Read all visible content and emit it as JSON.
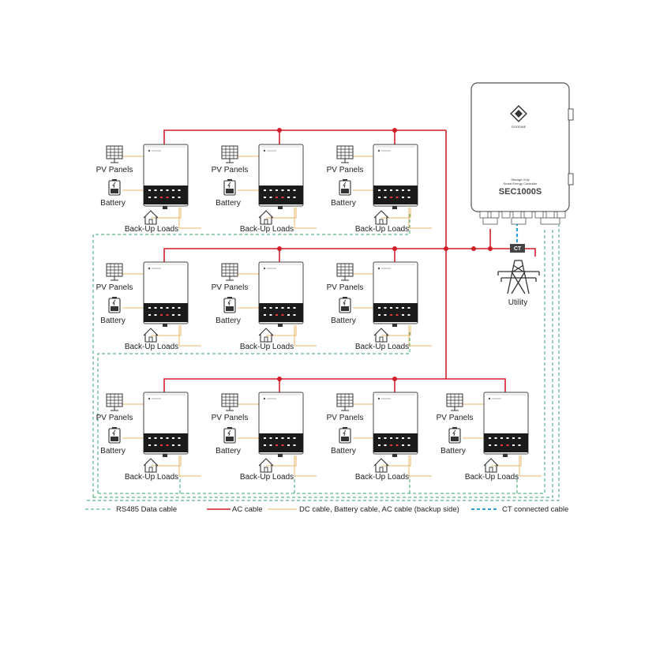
{
  "legend": {
    "rs485": "RS485 Data cable",
    "ac": "AC cable",
    "dc": "DC cable, Battery cable, AC cable (backup side)",
    "ct": "CT connected cable"
  },
  "labels": {
    "pv": "PV Panels",
    "battery": "Battery",
    "backup": "Back-Up Loads",
    "utility": "Utility",
    "ct": "CT"
  },
  "controller": {
    "brand": "GOODWE",
    "subtitle_line1": "Storage Only",
    "subtitle_line2": "Smart Energy Controller",
    "model": "SEC1000S"
  },
  "colors": {
    "ac_cable": "#d11f2a",
    "dc_cable": "#e8b76a",
    "rs485_cable": "#3aa66a",
    "ct_cable": "#2a9fd8"
  },
  "inverter_rows": [
    {
      "name": "row-1",
      "count": 3
    },
    {
      "name": "row-2",
      "count": 3
    },
    {
      "name": "row-3",
      "count": 4
    }
  ]
}
